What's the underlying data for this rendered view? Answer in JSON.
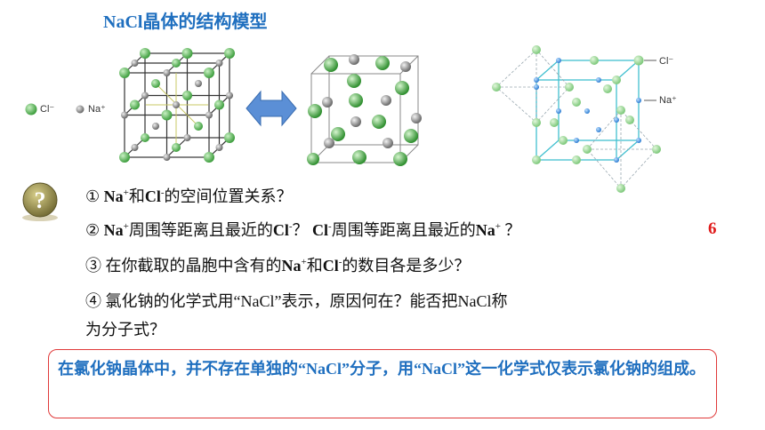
{
  "title": "NaCl晶体的结构模型",
  "legend": {
    "cl": "Cl⁻",
    "na": "Na⁺"
  },
  "diagram3_labels": {
    "cl": "Cl⁻",
    "na": "Na⁺"
  },
  "questions": [
    {
      "num": "①",
      "parts": [
        "Na",
        "+",
        "和",
        "Cl",
        "-",
        "的空间位置关系？"
      ]
    },
    {
      "num": "②",
      "parts": [
        "Na",
        "+",
        "周围等距离且最近的",
        "Cl",
        "-",
        "？ ",
        "Cl",
        "-",
        "周围等距离且最近的",
        "Na",
        "+",
        " ？"
      ]
    },
    {
      "num": "③",
      "parts": [
        "在你截取的晶胞中含有的",
        "Na",
        "+",
        "和",
        "Cl",
        "-",
        "的数目各是多少？"
      ]
    },
    {
      "num": "④",
      "line1": "氯化钠的化学式用“NaCl”表示，原因何在？能否把NaCl称",
      "line2": "为分子式？"
    }
  ],
  "answer_number": "6",
  "answer_text": "在氯化钠晶体中，并不存在单独的“NaCl”分子，用“NaCl”这一化学式仅表示氯化钠的组成。",
  "colors": {
    "title": "#1f6fbf",
    "cl_ball": "#4cae4c",
    "na_ball": "#8a8a8a",
    "accent_red": "#e01a1a",
    "box_border": "#e03a3a",
    "arrow": "#5b8fd6"
  }
}
